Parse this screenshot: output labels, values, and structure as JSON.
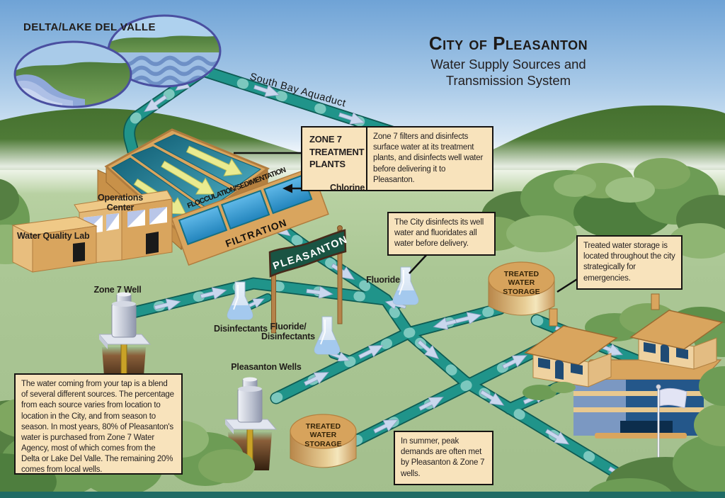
{
  "title": {
    "main": "City of Pleasanton",
    "line2": "Water Supply Sources and",
    "line3": "Transmission System"
  },
  "map_labels": {
    "delta_lake": "DELTA/LAKE DEL VALLE",
    "aqueduct": "South Bay Aquaduct",
    "operations_center": "Operations Center",
    "water_quality_lab": "Water Quality Lab",
    "flocculation": "FLOCCULATION/SEDIMENTATION",
    "filtration": "FILTRATION",
    "chlorine": "Chlorine",
    "zone7_well": "Zone 7 Well",
    "disinfectants": "Disinfectants",
    "fluoride_disinfectants": "Fluoride/ Disinfectants",
    "fluoride": "Fluoride",
    "pleasanton_banner": "PLEASANTON",
    "pleasanton_wells": "Pleasanton Wells",
    "treated_water_storage_1": "TREATED WATER STORAGE",
    "treated_water_storage_2": "TREATED WATER STORAGE"
  },
  "callouts": {
    "zone7_heading": "ZONE 7 TREATMENT PLANTS",
    "zone7_body": "Zone 7 filters and disinfects surface water at its treatment plants, and disinfects well water before delivering it to Pleasanton.",
    "well_disinfection": "The City disinfects its well water and fluoridates all water before delivery.",
    "storage": "Treated water storage is located throughout the city strategically for emergencies.",
    "tap_blend": "The water coming from your tap is a blend of several different sources. The percentage from each source varies from location to location in the City, and from season to season. In most years, 80% of Pleasanton's water is purchased from Zone 7 Water Agency, most of which comes from the Delta or Lake Del Valle. The remaining 20% comes from local wells.",
    "summer_demand": "In summer, peak demands are often met by Pleasanton & Zone 7 wells."
  },
  "colors": {
    "pipe_teal": "#20948A",
    "pipe_edge": "#0E5B53",
    "arrow_blue": "#C9D7EE",
    "callout_bg": "#F8E3BC",
    "banner_green": "#1A5443",
    "hill_green": "#4E7C3C",
    "ground_green": "#A9C593",
    "building_tan": "#D9A55E",
    "filtration_water": "#2F9BD4",
    "sky_blue": "#6FA3D6",
    "bottom_bar": "#1F6B64"
  }
}
